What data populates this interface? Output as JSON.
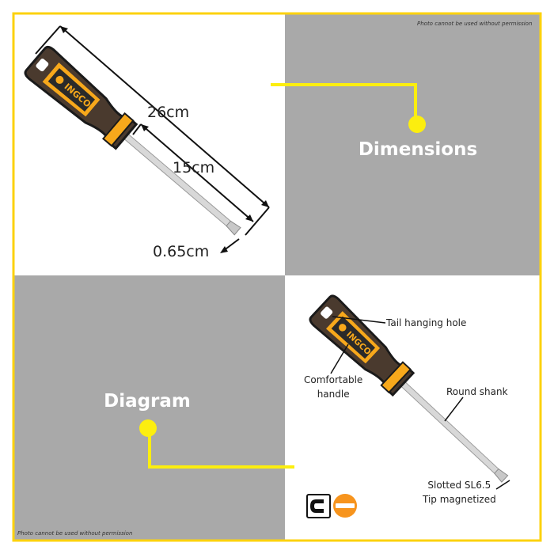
{
  "brand": "INGCO",
  "watermark": "Photo cannot be used without permission",
  "sections": {
    "dimensions_title": "Dimensions",
    "diagram_title": "Diagram"
  },
  "dimensions": {
    "total_length": "26cm",
    "shank_length": "15cm",
    "tip_width": "0.65cm"
  },
  "diagram_labels": {
    "tail": "Tail hanging hole",
    "handle_line1": "Comfortable",
    "handle_line2": "handle",
    "shank": "Round shank",
    "tip_line1": "Slotted SL6.5",
    "tip_line2": "Tip magnetized"
  },
  "icons": [
    "magnet-icon",
    "slotted-tip-icon"
  ],
  "colors": {
    "accent": "#fcd20f",
    "gray": "#a9a9a9",
    "orange": "#f7941d",
    "handle": "#4a3a2e"
  }
}
